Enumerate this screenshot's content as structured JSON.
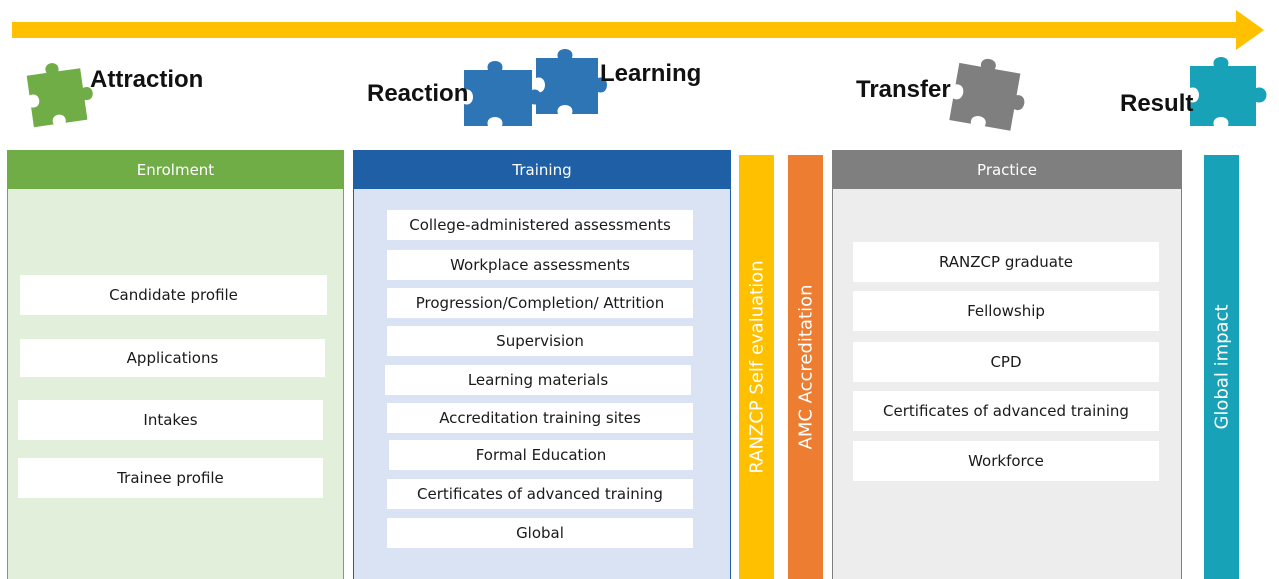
{
  "stages": {
    "attraction": "Attraction",
    "reaction": "Reaction",
    "learning": "Learning",
    "transfer": "Transfer",
    "result": "Result"
  },
  "enrolment": {
    "header": "Enrolment",
    "items": [
      "Candidate profile",
      "Applications",
      "Intakes",
      "Trainee profile"
    ]
  },
  "training": {
    "header": "Training",
    "items": [
      "College-administered assessments",
      "Workplace assessments",
      "Progression/Completion/ Attrition",
      "Supervision",
      "Learning materials",
      "Accreditation training sites",
      "Formal Education",
      "Certificates of advanced training",
      "Global"
    ]
  },
  "bars": {
    "self_evaluation": "RANZCP Self evaluation",
    "amc": "AMC Accreditation",
    "global": "Global impact"
  },
  "practice": {
    "header": "Practice",
    "items": [
      "RANZCP graduate",
      "Fellowship",
      "CPD",
      "Certificates of advanced training",
      "Workforce"
    ]
  },
  "colors": {
    "arrow": "#FFC000",
    "green": "#70AD47",
    "green_fill": "#E2EFDA",
    "blue": "#1F5FA6",
    "blue_fill": "#DAE3F3",
    "puzzle_blue": "#2E75B6",
    "orange": "#ED7D31",
    "grey": "#7F7F7F",
    "grey_fill": "#EDEDED",
    "teal": "#17A2B8"
  }
}
